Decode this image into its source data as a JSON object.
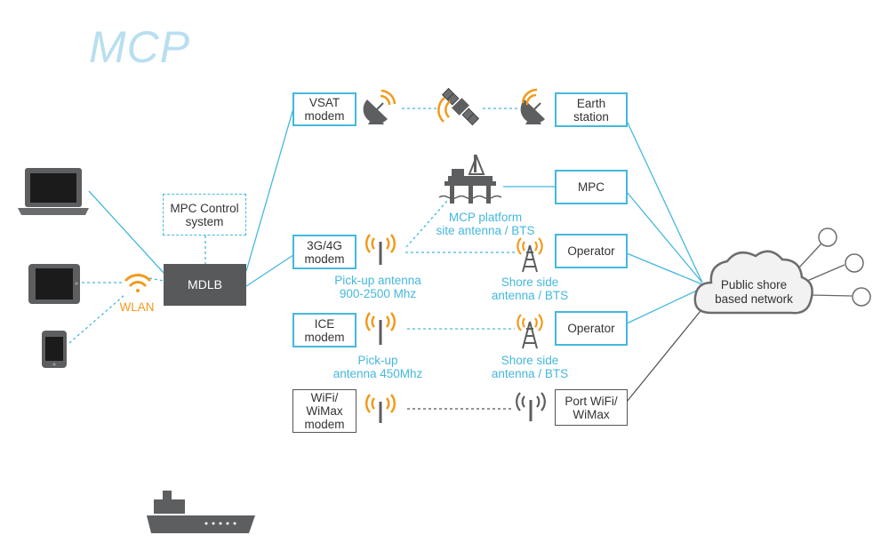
{
  "title": "MCP",
  "devices": {
    "laptop_icon": "laptop-icon",
    "tablet_icon": "tablet-icon",
    "phone_icon": "smartphone-icon"
  },
  "wlan": {
    "label": "WLAN",
    "icon": "wifi-icon"
  },
  "mdlb": {
    "label": "MDLB"
  },
  "control_system": {
    "label": "MPC Control\nsystem"
  },
  "modems": {
    "vsat": "VSAT\nmodem",
    "g34": "3G/4G\nmodem",
    "ice": "ICE\nmodem",
    "wifi": "WiFi/\nWiMax\nmodem"
  },
  "right_boxes": {
    "earth_station": "Earth\nstation",
    "mpc": "MPC",
    "operator_1": "Operator",
    "operator_2": "Operator",
    "port_wifi": "Port WiFi/\nWiMax"
  },
  "labels": {
    "platform": "MCP platform\nsite antenna / BTS",
    "pickup_1": "Pick-up antenna\n900-2500 Mhz",
    "shore_1": "Shore side\nantenna / BTS",
    "pickup_2": "Pick-up\nantenna 450Mhz",
    "shore_2": "Shore side\nantenna / BTS"
  },
  "cloud": {
    "label": "Public shore\nbased network"
  },
  "icons": [
    "satellite-dish-icon",
    "satellite-icon",
    "antenna-icon",
    "cell-tower-icon",
    "oil-platform-icon",
    "ship-icon",
    "cloud-icon"
  ],
  "colors": {
    "link": "#45b8dd",
    "signal": "#f29a1c",
    "device": "#5d5e60",
    "text": "#333333",
    "title": "#b8dff0"
  }
}
